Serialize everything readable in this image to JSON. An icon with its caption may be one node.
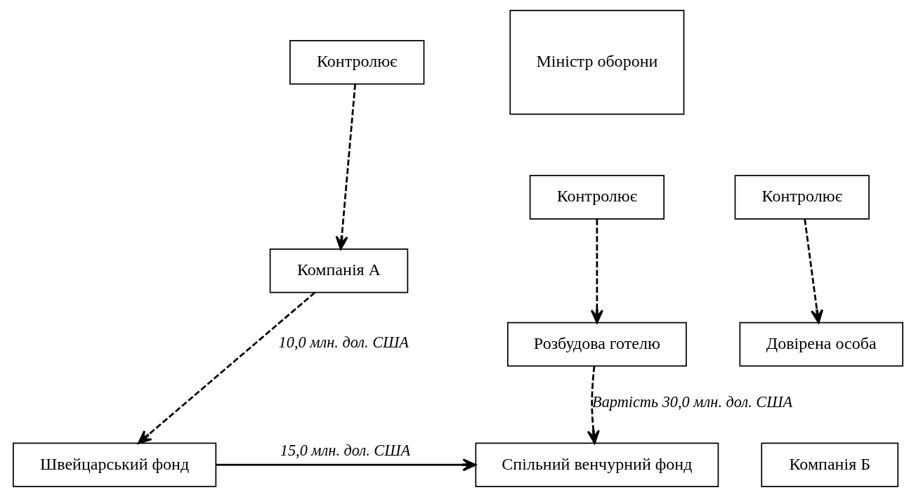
{
  "diagram": {
    "nodes": [
      {
        "text": [
          "Контролює"
        ]
      },
      {
        "text": [
          "Міністр оборони"
        ]
      },
      {
        "text": [
          "Контролює"
        ]
      },
      {
        "text": [
          "Контролює"
        ]
      },
      {
        "text": [
          "Компанія А"
        ]
      },
      {
        "text": [
          "Довірена особа"
        ]
      },
      {
        "text": [
          "Розбудова готелю"
        ]
      },
      {
        "text": [
          "Компанія Б"
        ]
      },
      {
        "text": [
          "Швейцарський фонд"
        ]
      },
      {
        "text": [
          "Спільний венчурний фонд"
        ]
      }
    ],
    "edges": [
      {
        "from": 0,
        "to": 4,
        "arrow": "to",
        "style": "dashed"
      },
      {
        "from": 2,
        "to": 5,
        "arrow": "to",
        "style": "dashed"
      },
      {
        "from": 3,
        "to": 6,
        "arrow": "to",
        "style": "dashed"
      },
      {
        "from": 4,
        "to": 8,
        "arrow": "to",
        "style": "dashed",
        "label": "10,0 млн. дол. США"
      },
      {
        "from": 6,
        "to": 9,
        "arrow": "to",
        "style": "dashed",
        "label": "Вартість 30,0 млн. дол. США"
      },
      {
        "from": 8,
        "to": 9,
        "arrow": "to",
        "label": "15,0 млн. дол. США"
      }
    ]
  }
}
